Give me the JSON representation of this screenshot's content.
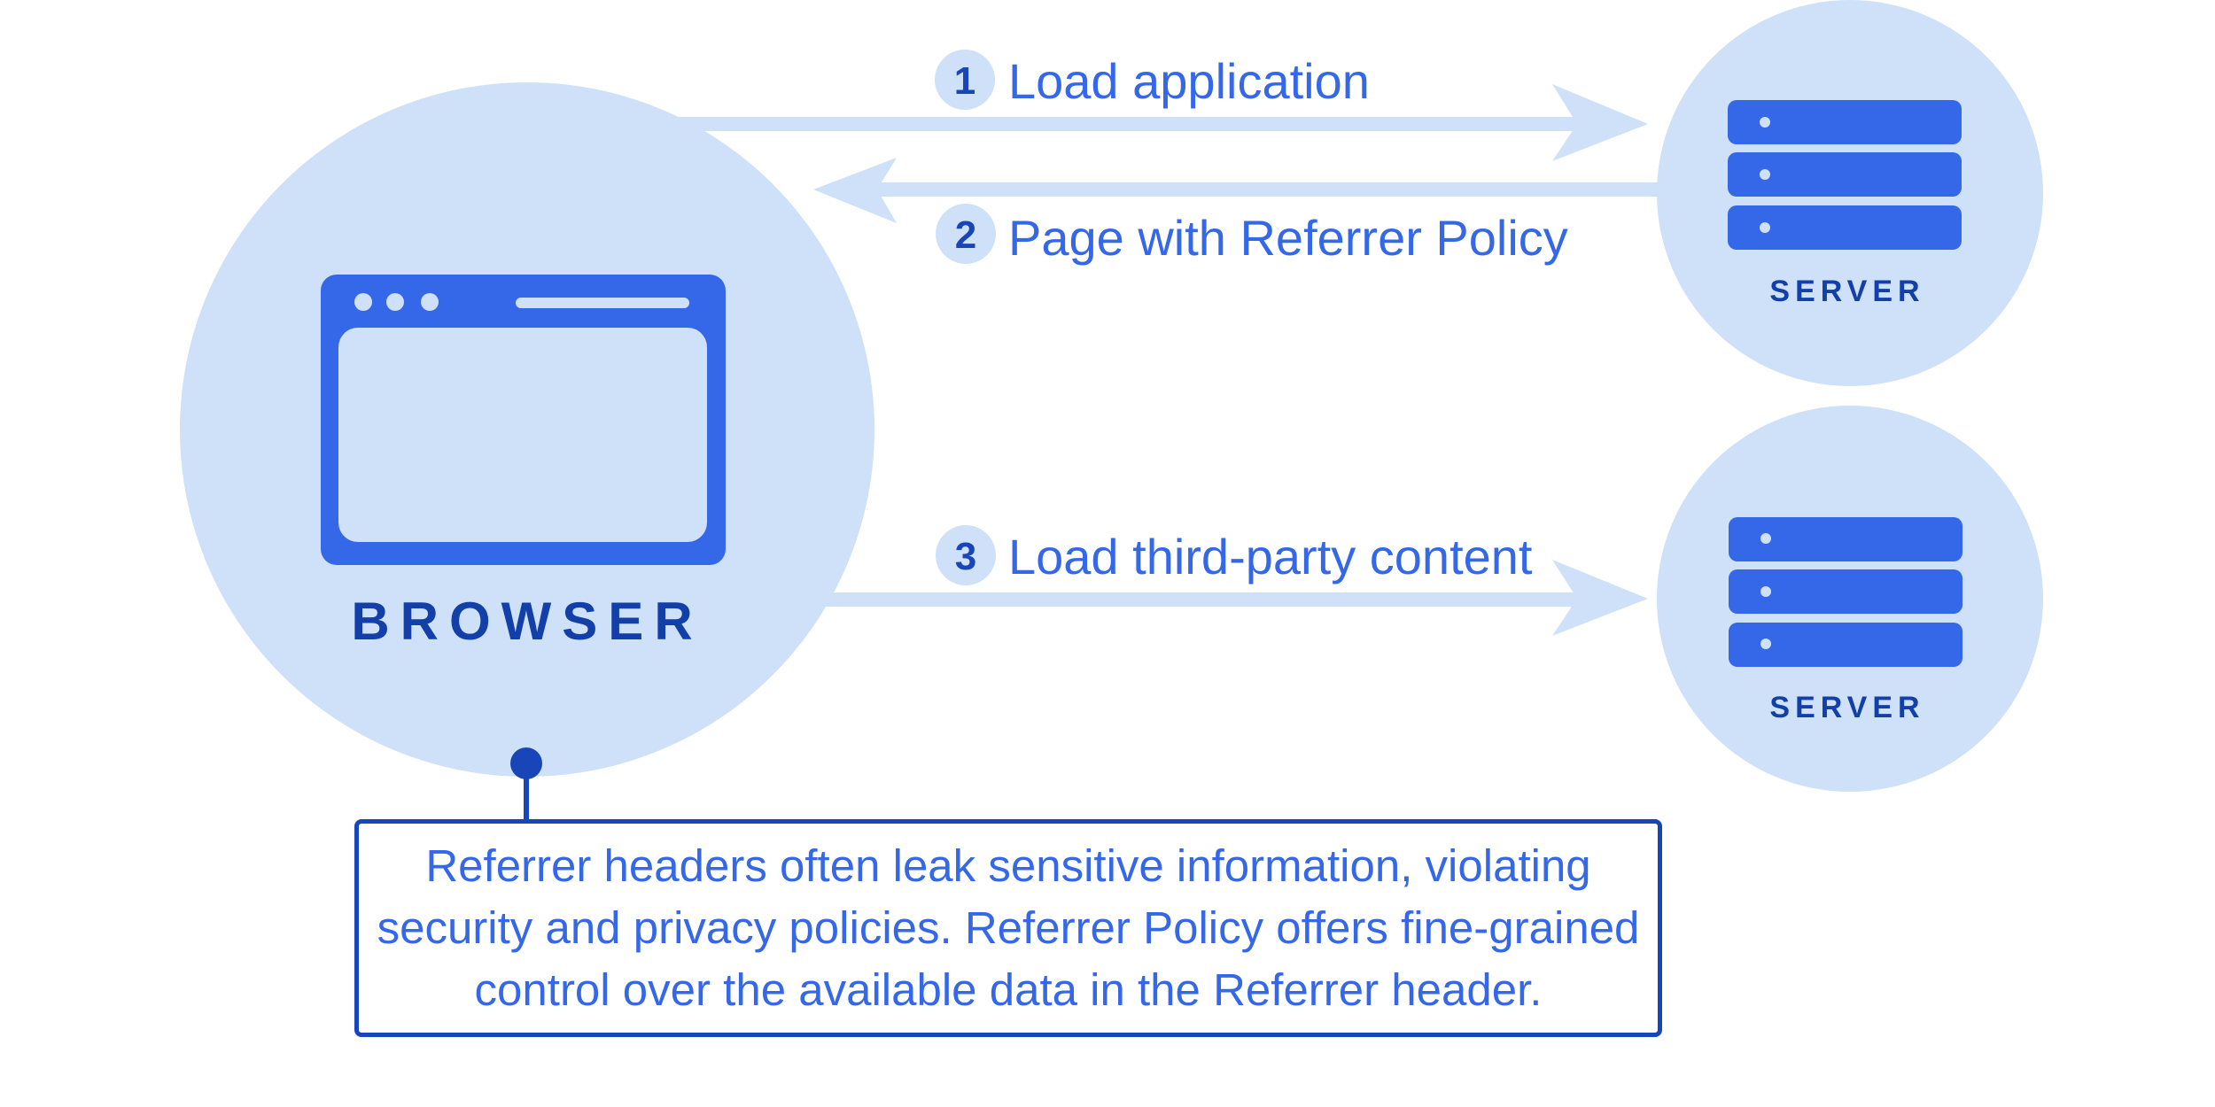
{
  "colors": {
    "circle_fill": "#cfe0f9",
    "accent_blue": "#3568e8",
    "dark_blue": "#1846b8",
    "arrow_fill": "#cfe0f9"
  },
  "steps": [
    {
      "number": "1",
      "label": "Load application",
      "direction": "browser-to-server"
    },
    {
      "number": "2",
      "label": "Page with Referrer Policy",
      "direction": "server-to-browser"
    },
    {
      "number": "3",
      "label": "Load third-party content",
      "direction": "browser-to-server"
    }
  ],
  "browser": {
    "label": "BROWSER",
    "icon": "browser-window-icon"
  },
  "servers": [
    {
      "label": "SERVER",
      "icon": "server-stack-icon"
    },
    {
      "label": "SERVER",
      "icon": "server-stack-icon"
    }
  ],
  "callout": {
    "lines": [
      "Referrer headers often leak sensitive information, violating",
      "security and privacy policies. Referrer Policy offers fine-grained",
      "control over the available data in the Referrer header."
    ]
  }
}
